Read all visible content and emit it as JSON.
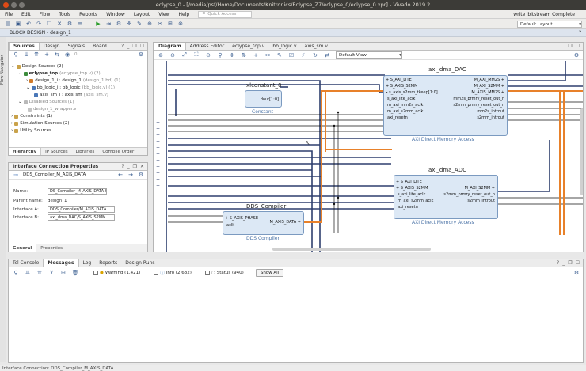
{
  "window": {
    "title": "eclypse_0 - [/media/psf/Home/Documents/Knitronics/Eclypse_Z7/eclypse_0/eclypse_0.xpr] - Vivado 2019.2"
  },
  "menu": {
    "items": [
      "File",
      "Edit",
      "Flow",
      "Tools",
      "Reports",
      "Window",
      "Layout",
      "View",
      "Help"
    ],
    "quick_access_placeholder": "Quick Access",
    "status": "write_bitstream Complete",
    "layout_select": "Default Layout"
  },
  "block_design": {
    "header": "BLOCK DESIGN - design_1",
    "help": "?"
  },
  "flow_navigator": {
    "label": "Flow Navigator"
  },
  "sources": {
    "tabs": [
      "Sources",
      "Design",
      "Signals",
      "Board"
    ],
    "count_badge": "0",
    "tree": [
      {
        "label": "Design Sources (2)",
        "extra": ""
      },
      {
        "label": "eclypse_top",
        "extra": "(eclypse_top.v) (2)"
      },
      {
        "label": "design_1_i : design_1",
        "extra": "(design_1.bd) (1)"
      },
      {
        "label": "bb_logic_i : bb_logic",
        "extra": "(bb_logic.v) (1)"
      },
      {
        "label": "axis_sm_i : axis_sm",
        "extra": "(axis_sm.v)"
      },
      {
        "label": "Disabled Sources (1)",
        "extra": ""
      },
      {
        "label": "design_1_wrapper.v",
        "extra": ""
      },
      {
        "label": "Constraints (1)",
        "extra": ""
      },
      {
        "label": "Simulation Sources (2)",
        "extra": ""
      },
      {
        "label": "Utility Sources",
        "extra": ""
      }
    ],
    "subtabs": [
      "Hierarchy",
      "IP Sources",
      "Libraries",
      "Compile Order"
    ]
  },
  "interface_props": {
    "title": "Interface Connection Properties",
    "selected": "DDS_Compiler_M_AXIS_DATA",
    "fields": [
      {
        "label": "Name:",
        "value": "DS_Compiler_M_AXIS_DATA 0"
      },
      {
        "label": "Parent name:",
        "value": "design_1"
      },
      {
        "label": "Interface A:",
        "value": "DDS_Compiler/M_AXIS_DATA"
      },
      {
        "label": "Interface B:",
        "value": "axi_dma_DAC/S_AXIS_S2MM"
      }
    ],
    "subtabs": [
      "General",
      "Properties"
    ]
  },
  "diagram": {
    "tabs": [
      "Diagram",
      "Address Editor",
      "eclypse_top.v",
      "bb_logic.v",
      "axis_sm.v"
    ],
    "view_select": "Default View",
    "blocks": {
      "xlconstant": {
        "title": "xlconstant_0",
        "sub": "Constant",
        "port": "dout[1:0]"
      },
      "dma_dac": {
        "title": "axi_dma_DAC",
        "sub": "AXI Direct Memory Access",
        "left_ports": [
          "S_AXI_LITE",
          "S_AXIS_S2MM",
          "s_axis_s2mm_tkeep[1:0]",
          "s_axi_lite_aclk",
          "m_axi_mm2s_aclk",
          "m_axi_s2mm_aclk",
          "axi_resetn"
        ],
        "right_ports": [
          "M_AXI_MM2S",
          "M_AXI_S2MM",
          "M_AXIS_MM2S",
          "mm2s_prmry_reset_out_n",
          "s2mm_prmry_reset_out_n",
          "mm2s_introut",
          "s2mm_introut"
        ]
      },
      "dma_adc": {
        "title": "axi_dma_ADC",
        "sub": "AXI Direct Memory Access",
        "left_ports": [
          "S_AXI_LITE",
          "S_AXIS_S2MM",
          "s_axi_lite_aclk",
          "m_axi_s2mm_aclk",
          "axi_resetn"
        ],
        "right_ports": [
          "M_AXI_S2MM",
          "s2mm_prmry_reset_out_n",
          "s2mm_introut"
        ]
      },
      "dds": {
        "title": "DDS_Compiler",
        "sub": "DDS Compiler",
        "left_ports": [
          "S_AXIS_PHASE",
          "aclk"
        ],
        "right_ports": [
          "M_AXIS_DATA"
        ]
      }
    }
  },
  "messages": {
    "tabs": [
      "Tcl Console",
      "Messages",
      "Log",
      "Reports",
      "Design Runs"
    ],
    "filters": [
      {
        "label": "Warning (1,421)"
      },
      {
        "label": "Info (2,682)"
      },
      {
        "label": "Status (940)"
      }
    ],
    "show_all": "Show All"
  },
  "statusbar": {
    "text": "Interface Connection: DDS_Compiler_M_AXIS_DATA"
  },
  "colors": {
    "highlight_net": "#e8812a",
    "net": "#2e3f6e",
    "block_fill": "#dce8f5"
  }
}
